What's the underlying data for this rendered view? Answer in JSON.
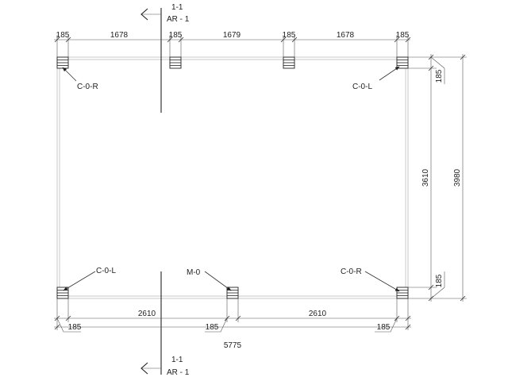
{
  "section_mark": {
    "top": {
      "number": "1-1",
      "sheet": "AR - 1"
    },
    "bottom": {
      "number": "1-1",
      "sheet": "AR - 1"
    }
  },
  "top_dimensions": [
    "185",
    "1678",
    "185",
    "1679",
    "185",
    "1678",
    "185"
  ],
  "right_dimensions": {
    "corner_top": "185",
    "corner_bottom": "185",
    "inner": "3610",
    "overall": "3980"
  },
  "bottom_dimensions": {
    "span_left": "2610",
    "span_right": "2610",
    "post_left": "185",
    "post_mid": "185",
    "post_right": "185",
    "overall": "5775"
  },
  "post_labels": {
    "top_left": "C-0-R",
    "top_right": "C-0-L",
    "bottom_left": "C-0-L",
    "bottom_mid": "M-0",
    "bottom_right": "C-0-R"
  },
  "colors": {
    "line": "#333333",
    "slab_outline": "#c8c8c8",
    "text": "#222222"
  }
}
